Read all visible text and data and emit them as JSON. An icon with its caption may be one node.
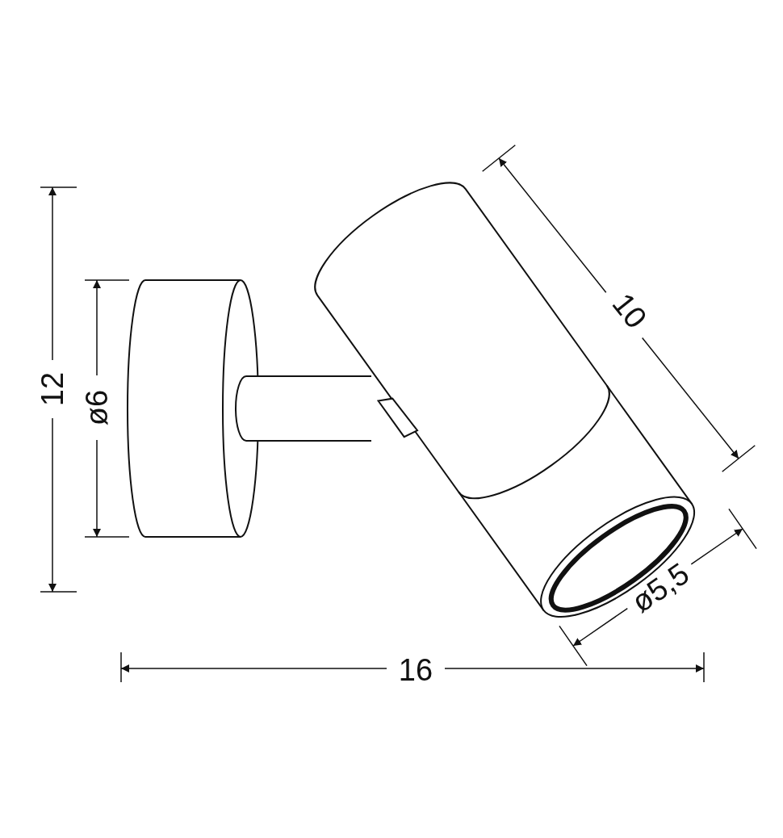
{
  "diagram": {
    "labels": [
      "10",
      "12",
      "ø6",
      "ø5,5",
      "16"
    ]
  }
}
